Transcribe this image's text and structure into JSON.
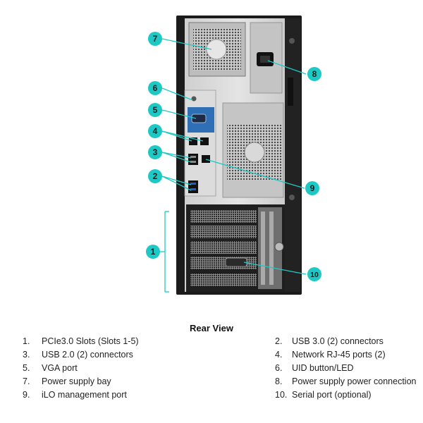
{
  "caption": "Rear View",
  "callouts": [
    {
      "num": "1",
      "text": "PCIe3.0 Slots (Slots 1-5)"
    },
    {
      "num": "2",
      "text": "USB 3.0 (2) connectors"
    },
    {
      "num": "3",
      "text": "USB 2.0 (2) connectors"
    },
    {
      "num": "4",
      "text": "Network RJ-45 ports (2)"
    },
    {
      "num": "5",
      "text": "VGA port"
    },
    {
      "num": "6",
      "text": "UID button/LED"
    },
    {
      "num": "7",
      "text": "Power supply bay"
    },
    {
      "num": "8",
      "text": "Power supply power connection"
    },
    {
      "num": "9",
      "text": "iLO management port"
    },
    {
      "num": "10",
      "text": "Serial port (optional)"
    }
  ],
  "legend_rows": [
    {
      "left": {
        "num": "1.",
        "text": "PCIe3.0 Slots (Slots 1-5)"
      },
      "right": {
        "num": "2.",
        "text": "USB 3.0 (2) connectors"
      }
    },
    {
      "left": {
        "num": "3.",
        "text": "USB 2.0 (2) connectors"
      },
      "right": {
        "num": "4.",
        "text": "Network RJ-45 ports (2)"
      }
    },
    {
      "left": {
        "num": "5.",
        "text": "VGA port"
      },
      "right": {
        "num": "6.",
        "text": "UID button/LED"
      }
    },
    {
      "left": {
        "num": "7.",
        "text": "Power supply bay"
      },
      "right": {
        "num": "8.",
        "text": "Power supply power connection"
      }
    },
    {
      "left": {
        "num": "9.",
        "text": "iLO management port"
      },
      "right": {
        "num": "10.",
        "text": "Serial port (optional)"
      }
    }
  ],
  "colors": {
    "callout_fill": "#1ec8c4",
    "callout_line": "#1ec8c4",
    "chassis": "#1b1b1b",
    "panel": "#d9d9d9",
    "vga_block": "#2f6fb5"
  }
}
